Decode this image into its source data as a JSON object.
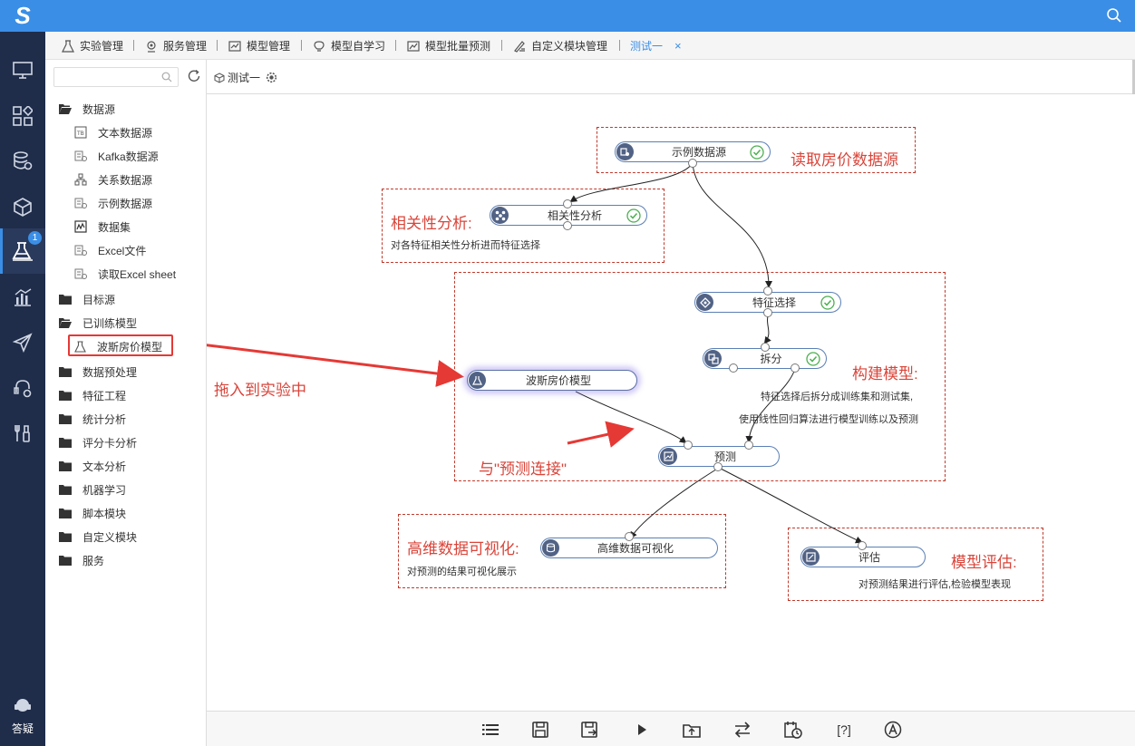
{
  "rail": {
    "logo": "S",
    "badge": "1",
    "help_label": "答疑"
  },
  "tabs": [
    {
      "label": "实验管理",
      "icon": "flask-icon"
    },
    {
      "label": "服务管理",
      "icon": "service-icon"
    },
    {
      "label": "模型管理",
      "icon": "model-icon"
    },
    {
      "label": "模型自学习",
      "icon": "bulb-icon"
    },
    {
      "label": "模型批量预测",
      "icon": "chart-icon"
    },
    {
      "label": "自定义模块管理",
      "icon": "custom-icon"
    },
    {
      "label": "测试一",
      "icon": ""
    }
  ],
  "tab_close": "×",
  "tree": {
    "search_placeholder": "",
    "items": [
      {
        "label": "数据源",
        "icon": "folder-open-icon"
      },
      {
        "label": "文本数据源",
        "icon": "txt-icon"
      },
      {
        "label": "Kafka数据源",
        "icon": "db-icon"
      },
      {
        "label": "关系数据源",
        "icon": "relation-icon"
      },
      {
        "label": "示例数据源",
        "icon": "db-icon"
      },
      {
        "label": "数据集",
        "icon": "dataset-icon"
      },
      {
        "label": "Excel文件",
        "icon": "db-icon"
      },
      {
        "label": "读取Excel sheet",
        "icon": "db-icon"
      },
      {
        "label": "目标源",
        "icon": "folder-icon"
      },
      {
        "label": "已训练模型",
        "icon": "folder-open-icon"
      },
      {
        "label": "波斯房价模型",
        "icon": "flask-icon"
      },
      {
        "label": "数据预处理",
        "icon": "folder-icon"
      },
      {
        "label": "特征工程",
        "icon": "folder-icon"
      },
      {
        "label": "统计分析",
        "icon": "folder-icon"
      },
      {
        "label": "评分卡分析",
        "icon": "folder-icon"
      },
      {
        "label": "文本分析",
        "icon": "folder-icon"
      },
      {
        "label": "机器学习",
        "icon": "folder-icon"
      },
      {
        "label": "脚本模块",
        "icon": "folder-icon"
      },
      {
        "label": "自定义模块",
        "icon": "folder-icon"
      },
      {
        "label": "服务",
        "icon": "folder-icon"
      }
    ]
  },
  "canvas": {
    "title": "测试一",
    "nodes": {
      "sample_source": "示例数据源",
      "correlation": "相关性分析",
      "feature_select": "特征选择",
      "split": "拆分",
      "boston_model": "波斯房价模型",
      "predict": "预测",
      "viz": "高维数据可视化",
      "evaluate": "评估"
    },
    "annotations": {
      "read_source": "读取房价数据源",
      "correlation_title": "相关性分析:",
      "correlation_desc": "对各特征相关性分析进而特征选择",
      "build_title": "构建模型:",
      "build_desc1": "特征选择后拆分成训练集和测试集,",
      "build_desc2": "使用线性回归算法进行模型训练以及预测",
      "drag_hint": "拖入到实验中",
      "connect_hint": "与\"预测连接\"",
      "viz_title": "高维数据可视化:",
      "viz_desc": "对预测的结果可视化展示",
      "eval_title": "模型评估:",
      "eval_desc": "对预测结果进行评估,检验模型表现"
    }
  },
  "toolbar": {
    "help": "[?]",
    "items": [
      "list-icon",
      "save-icon",
      "save-as-icon",
      "run-icon",
      "export-icon",
      "swap-icon",
      "schedule-icon",
      "help-icon",
      "auto-icon"
    ]
  },
  "colors": {
    "brand": "#3a8ee6",
    "rail": "#1f2d4a",
    "annotation": "#d9453a",
    "node_border": "#5a7fb5",
    "success": "#4caf50"
  }
}
